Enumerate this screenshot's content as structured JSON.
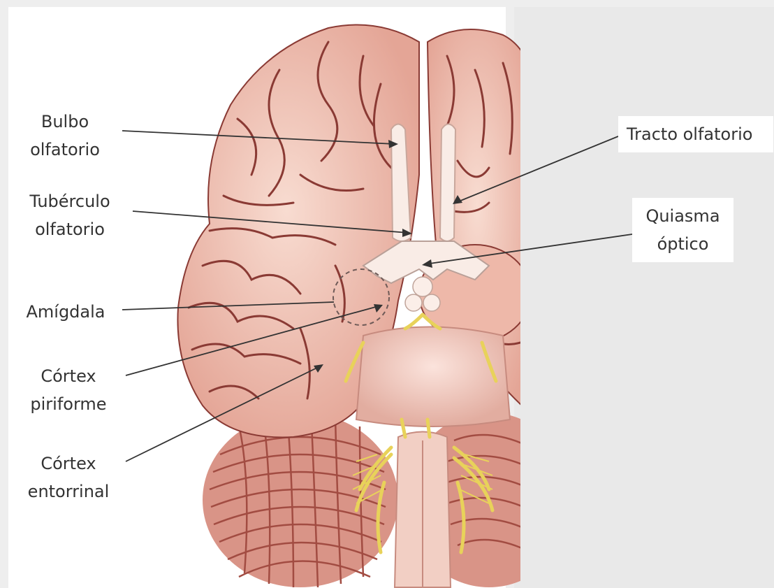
{
  "figure": {
    "labels": {
      "bulbo_olfatorio": "Bulbo\nolfatorio",
      "tuberculo_olfatorio": "Tubérculo\nolfatorio",
      "amigdala": "Amígdala",
      "cortex_piriforme": "Córtex\npiriforme",
      "cortex_entorrinal": "Córtex\nentorrinal",
      "tracto_olfatorio": "Tracto olfatorio",
      "quiasma_optico": "Quiasma\nóptico"
    }
  },
  "colors": {
    "background": "#eeeeee",
    "panel": "#ffffff",
    "cortex": "#f2c2b4",
    "sulcus": "#8a3a34",
    "cerebellum": "#d99487",
    "olfactory_tract": "#f9ece6",
    "nerve": "#e8d25a",
    "leader_line": "#333333"
  }
}
